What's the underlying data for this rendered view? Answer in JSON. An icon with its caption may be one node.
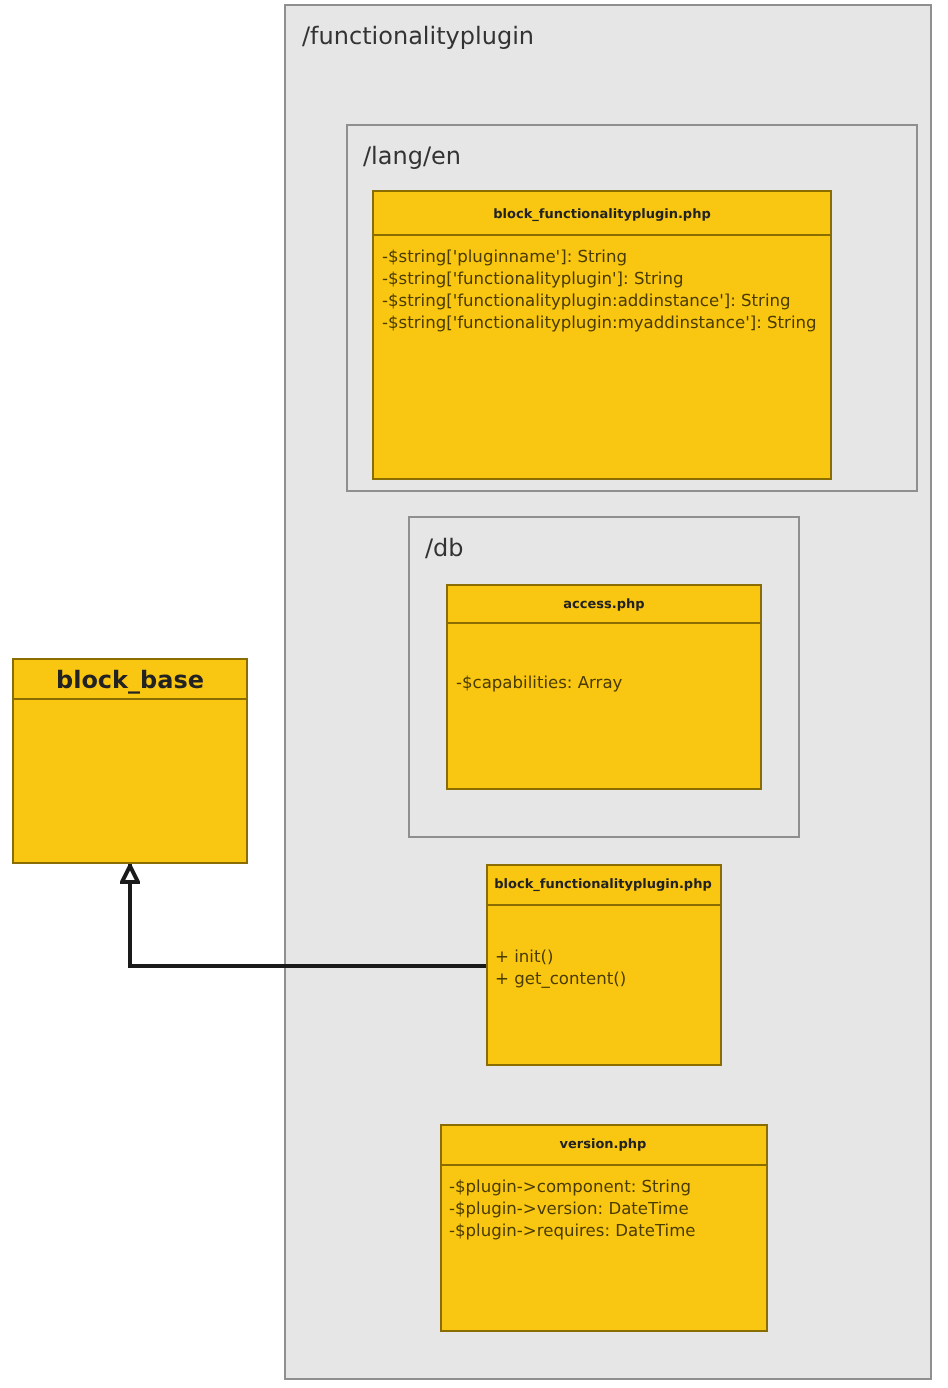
{
  "diagram": {
    "nodes": [
      {
        "text": [
          "/functionalityplugin"
        ]
      },
      {
        "text": [
          "/lang/en"
        ],
        "in": 0
      },
      {
        "text": [
          "block_functionalityplugin.php",
          "-$string['pluginname']: String",
          "-$string['functionalityplugin']: String",
          "-$string['functionalityplugin:addinstance']: String",
          "-$string['functionalityplugin:myaddinstance']: String"
        ],
        "in": 1
      },
      {
        "text": [
          "/db"
        ],
        "in": 0
      },
      {
        "text": [
          "access.php",
          "-$capabilities: Array"
        ],
        "in": 3
      },
      {
        "text": [
          "block_base"
        ]
      },
      {
        "text": [
          "block_functionalityplugin.php",
          "+ init()",
          "+ get_content()"
        ],
        "in": 0
      },
      {
        "text": [
          "version.php",
          "-$plugin->component: String",
          "-$plugin->version: DateTime",
          "-$plugin->requires: DateTime"
        ],
        "in": 0
      }
    ],
    "edges": [
      {
        "from": 6,
        "to": 5,
        "arrow": "to"
      }
    ]
  }
}
